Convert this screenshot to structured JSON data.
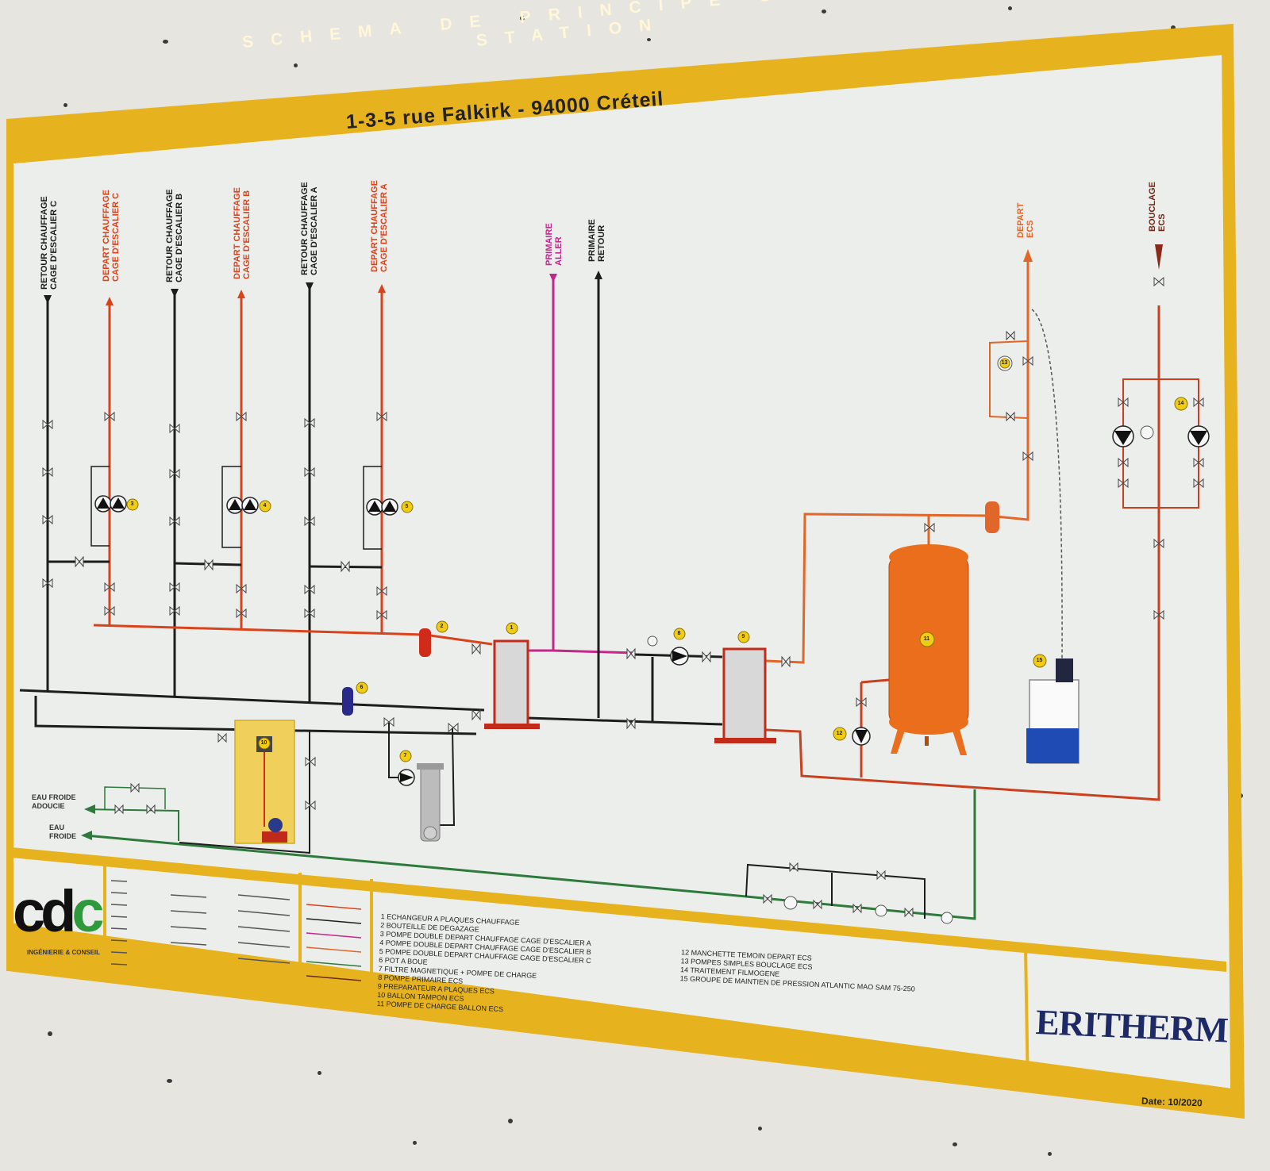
{
  "board": {
    "title": "SCHEMA DE PRINCIPE SOUS-STATION",
    "address": "1-3-5 rue Falkirk - 94000 Créteil"
  },
  "circuits": [
    {
      "label": "RETOUR CHAUFFAGE\nCAGE D'ESCALIER C",
      "color": "#1d1d1d"
    },
    {
      "label": "DEPART CHAUFFAGE\nCAGE D'ESCALIER C",
      "color": "#d9431c"
    },
    {
      "label": "RETOUR CHAUFFAGE\nCAGE D'ESCALIER B",
      "color": "#1d1d1d"
    },
    {
      "label": "DEPART CHAUFFAGE\nCAGE D'ESCALIER B",
      "color": "#d9431c"
    },
    {
      "label": "RETOUR CHAUFFAGE\nCAGE D'ESCALIER A",
      "color": "#1d1d1d"
    },
    {
      "label": "DEPART CHAUFFAGE\nCAGE D'ESCALIER A",
      "color": "#d9431c"
    },
    {
      "label": "PRIMAIRE\nALLER",
      "color": "#c4278a"
    },
    {
      "label": "PRIMAIRE\nRETOUR",
      "color": "#1d1d1d"
    },
    {
      "label": "DEPART\nECS",
      "color": "#e0662a"
    },
    {
      "label": "BOUCLAGE\nECS",
      "color": "#6b2a1a"
    }
  ],
  "inputs": {
    "cold_water_softened": "EAU FROIDE\nADOUCIE",
    "cold_water": "EAU\nFROIDE"
  },
  "brand_left": {
    "logo_c1": "c",
    "logo_d": "d",
    "logo_c2": "c",
    "subtitle": "INGÉNIERIE & CONSEIL"
  },
  "nomenclature": {
    "col1": [
      "1  ECHANGEUR A PLAQUES CHAUFFAGE",
      "2  BOUTEILLE DE DEGAZAGE",
      "3  POMPE DOUBLE DEPART CHAUFFAGE CAGE D'ESCALIER A",
      "4  POMPE DOUBLE DEPART CHAUFFAGE CAGE D'ESCALIER B",
      "5  POMPE DOUBLE DEPART CHAUFFAGE CAGE D'ESCALIER C",
      "6  POT A BOUE",
      "7  FILTRE MAGNETIQUE + POMPE DE CHARGE",
      "8  POMPE PRIMAIRE ECS",
      "9  PREPARATEUR A PLAQUES ECS",
      "10 BALLON TAMPON ECS",
      "11 POMPE DE CHARGE BALLON ECS"
    ],
    "col2": [
      "12 MANCHETTE TEMOIN DEPART ECS",
      "13 POMPES SIMPLES BOUCLAGE ECS",
      "14 TRAITEMENT FILMOGENE",
      "15 GROUPE DE MAINTIEN DE PRESSION ATLANTIC MAO SAM 75-250"
    ]
  },
  "brand_right": {
    "name": "ERITHERM",
    "date": "Date: 10/2020"
  },
  "callouts": [
    "3",
    "4",
    "5",
    "2",
    "1",
    "8",
    "9",
    "6",
    "7",
    "10",
    "11",
    "12",
    "13",
    "14",
    "15"
  ]
}
